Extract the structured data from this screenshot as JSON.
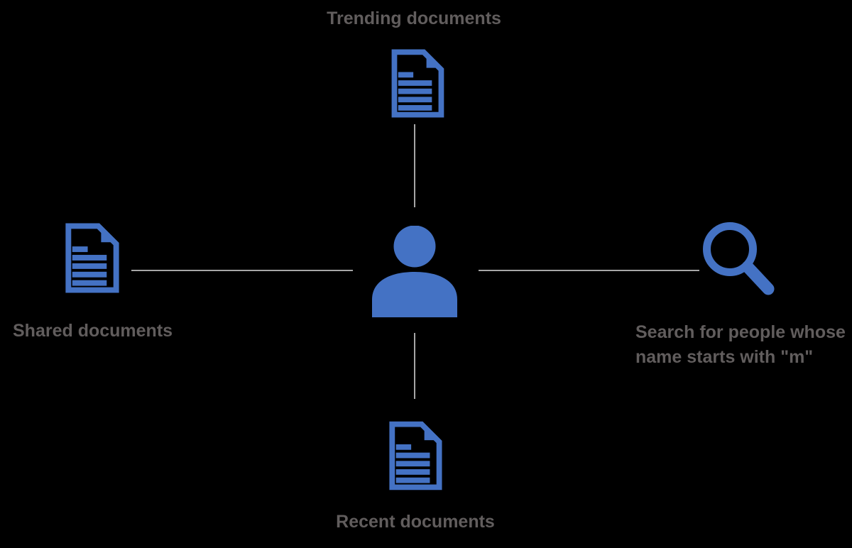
{
  "diagram": {
    "title": "user activity diagram",
    "center": {
      "icon": "person-icon"
    },
    "nodes": [
      {
        "id": "top",
        "icon": "document-icon",
        "label": "Trending documents"
      },
      {
        "id": "left",
        "icon": "document-icon",
        "label": "Shared documents"
      },
      {
        "id": "right",
        "icon": "search-icon",
        "label": "Search for people whose name starts with \"m\""
      },
      {
        "id": "bottom",
        "icon": "document-icon",
        "label": "Recent documents"
      }
    ],
    "connectors": [
      {
        "from": "center",
        "to": "top"
      },
      {
        "from": "center",
        "to": "left"
      },
      {
        "from": "center",
        "to": "right"
      },
      {
        "from": "center",
        "to": "bottom"
      }
    ]
  },
  "colors": {
    "icon_blue": "#4472C4",
    "label_gray": "#615D5D",
    "connector_gray": "#A6A6A6",
    "background": "#000000"
  }
}
